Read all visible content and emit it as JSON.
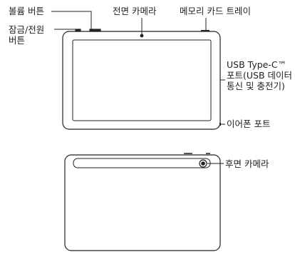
{
  "labels": {
    "volume_button": "볼륨 버튼",
    "front_camera": "전면 카메라",
    "memory_card_tray": "메모리 카드 트레이",
    "power_button": "잠금/전원 버튼",
    "usb_port": "USB Type-C™ 포트(USB 데이터 통신 및 충전기)",
    "earphone_port": "이어폰 포트",
    "rear_camera": "후면 카메라"
  },
  "colors": {
    "line": "#222222",
    "screen_fill": "#ffffff",
    "device_fill": "#ffffff"
  }
}
